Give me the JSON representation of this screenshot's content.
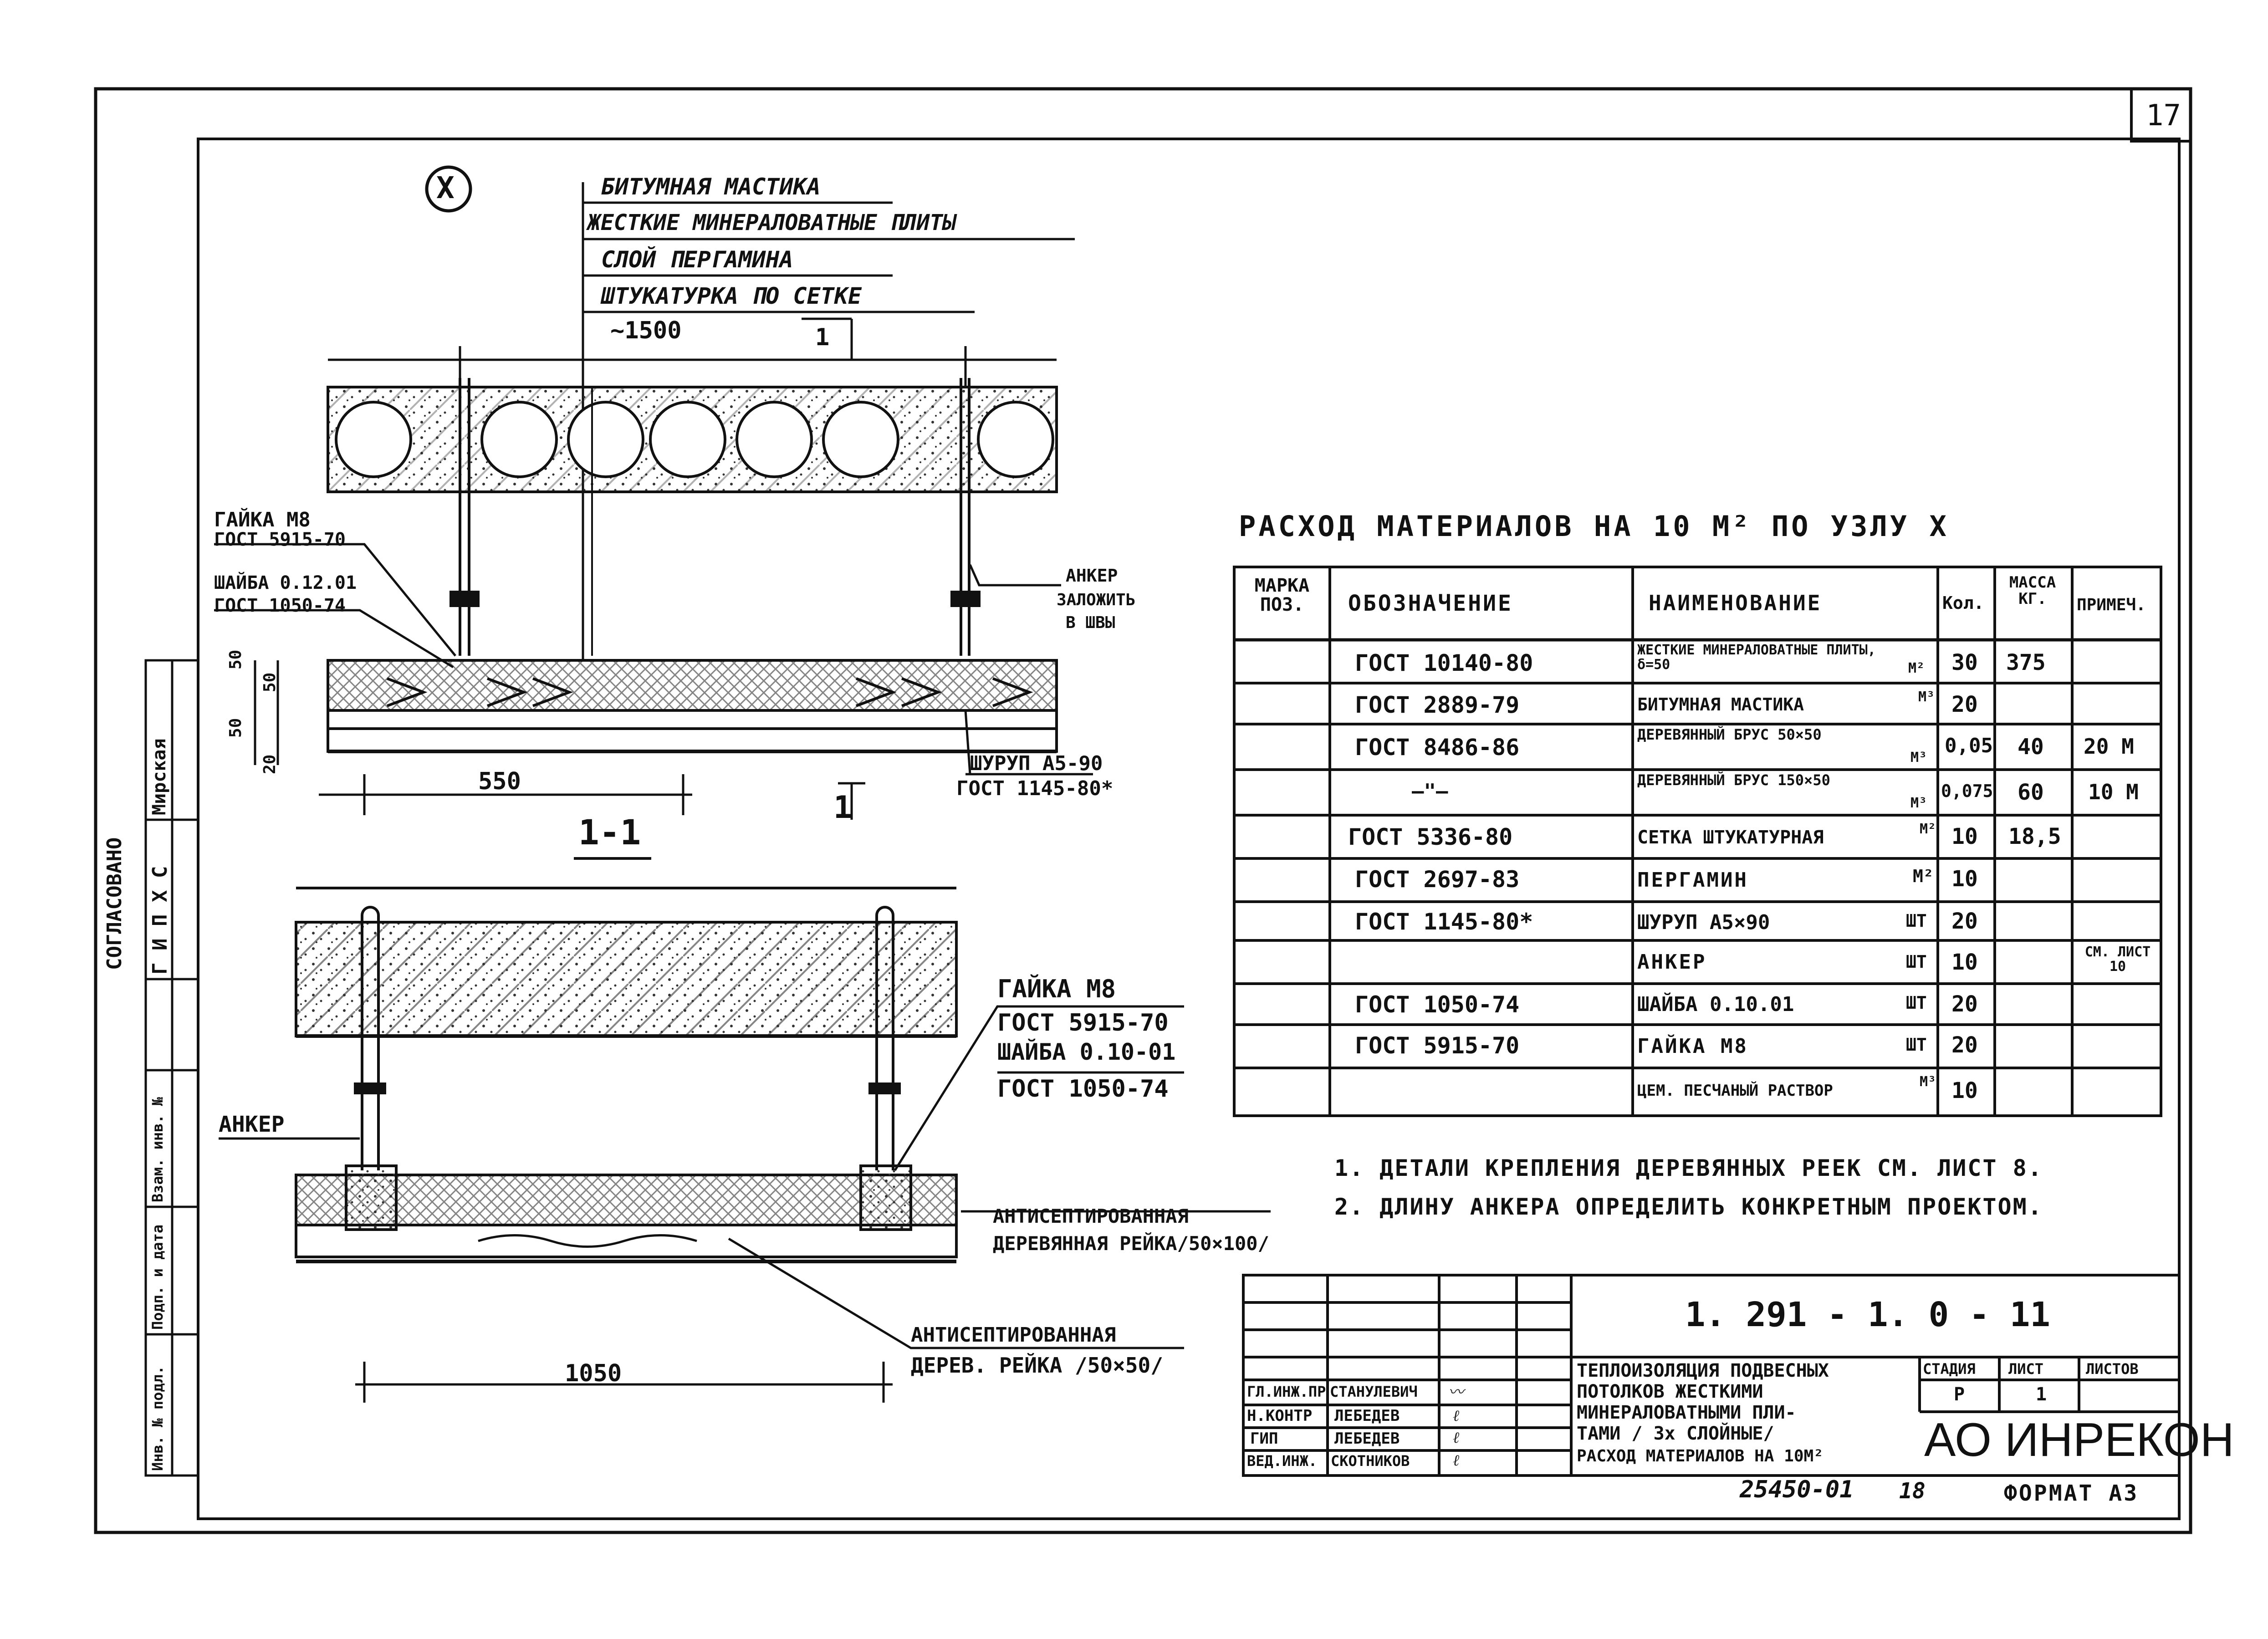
{
  "sheet": {
    "sheet_number": "17",
    "archive_number": "25450-01",
    "archive_suffix": "18",
    "format_label": "ФОРМАТ А3"
  },
  "node_mark": "Х",
  "layers": [
    "БИТУМНАЯ  МАСТИКА",
    "ЖЕСТКИЕ  МИНЕРАЛОВАТНЫЕ  ПЛИТЫ",
    "СЛОЙ  ПЕРГАМИНА",
    "ШТУКАТУРКА    ПО  СЕТКЕ"
  ],
  "top_drawing": {
    "dim_top": "~1500",
    "section_mark": "1",
    "dim_bottom": "550",
    "dim_left_a": "50",
    "dim_left_b": "50",
    "dim_left_c": "20",
    "dim_left_d": "50",
    "nut_label": "ГАЙКА М8",
    "nut_gost": "ГОСТ 5915-70",
    "washer_label": "ШАЙБА 0.12.01",
    "washer_gost": "ГОСТ 1050-74",
    "anchor_label": "АНКЕР",
    "anchor_note1": "ЗАЛОЖИТЬ",
    "anchor_note2": "В ШВЫ",
    "screw_label": "ШУРУП  А5-90",
    "screw_gost": "ГОСТ 1145-80*"
  },
  "section_drawing": {
    "title": "1-1",
    "nut_label": "ГАЙКА  М8",
    "nut_gost": "ГОСТ 5915-70",
    "washer_label": "ШАЙБА  0.10-01",
    "washer_gost": "ГОСТ 1050-74",
    "anchor_label": "АНКЕР",
    "rail1_line1": "АНТИСЕПТИРОВАННАЯ",
    "rail1_line2": "ДЕРЕВЯННАЯ РЕЙКА/50×100/",
    "rail2_line1": "АНТИСЕПТИРОВАННАЯ",
    "rail2_line2": "ДЕРЕВ. РЕЙКА /50×50/",
    "dim_bottom": "1050"
  },
  "side_stamp": {
    "agreed": "СОГЛАСОВАНО",
    "dept": "Г И П  Х С",
    "name": "Мирская",
    "cells": [
      "Инв. № подл.",
      "Подп. и дата",
      "Взам. инв. №"
    ]
  },
  "materials": {
    "title": "РАСХОД   МАТЕРИАЛОВ   НА  10 М²  ПО  УЗЛУ Х",
    "headers": [
      "МАРКА ПОЗ.",
      "ОБОЗНАЧЕНИЕ",
      "НАИМЕНОВАНИЕ",
      "Кол.",
      "МАССА КГ.",
      "ПРИМЕЧ."
    ],
    "rows": [
      {
        "mark": "",
        "code": "ГОСТ 10140-80",
        "name": "ЖЕСТКИЕ МИНЕРАЛОВАТНЫЕ ПЛИТЫ, δ=50",
        "unit": "М²",
        "qty": "30",
        "mass": "375",
        "note": ""
      },
      {
        "mark": "",
        "code": "ГОСТ 2889-79",
        "name": "БИТУМНАЯ  МАСТИКА",
        "unit": "М³",
        "qty": "20",
        "mass": "",
        "note": ""
      },
      {
        "mark": "",
        "code": "ГОСТ 8486-86",
        "name": "ДЕРЕВЯННЫЙ  БРУС 50×50",
        "unit": "М³",
        "qty": "0,05",
        "mass": "40",
        "note": "20 М"
      },
      {
        "mark": "",
        "code": "—\"—",
        "name": "ДЕРЕВЯННЫЙ  БРУС 150×50",
        "unit": "М³",
        "qty": "0,075",
        "mass": "60",
        "note": "10 М"
      },
      {
        "mark": "",
        "code": "ГОСТ 5336-80",
        "name": "СЕТКА ШТУКАТУРНАЯ",
        "unit": "М²",
        "qty": "10",
        "mass": "18,5",
        "note": ""
      },
      {
        "mark": "",
        "code": "ГОСТ 2697-83",
        "name": "ПЕРГАМИН",
        "unit": "М²",
        "qty": "10",
        "mass": "",
        "note": ""
      },
      {
        "mark": "",
        "code": "ГОСТ 1145-80*",
        "name": "ШУРУП  А5×90",
        "unit": "ШТ",
        "qty": "20",
        "mass": "",
        "note": ""
      },
      {
        "mark": "",
        "code": "",
        "name": "АНКЕР",
        "unit": "ШТ",
        "qty": "10",
        "mass": "",
        "note": "СМ. ЛИСТ 10"
      },
      {
        "mark": "",
        "code": "ГОСТ 1050-74",
        "name": "ШАЙБА  0.10.01",
        "unit": "ШТ",
        "qty": "20",
        "mass": "",
        "note": ""
      },
      {
        "mark": "",
        "code": "ГОСТ 5915-70",
        "name": "ГАЙКА  М8",
        "unit": "ШТ",
        "qty": "20",
        "mass": "",
        "note": ""
      },
      {
        "mark": "",
        "code": "",
        "name": "ЦЕМ. ПЕСЧАНЫЙ РАСТВОР",
        "unit": "М³",
        "qty": "10",
        "mass": "",
        "note": ""
      }
    ]
  },
  "notes": [
    "1. ДЕТАЛИ  КРЕПЛЕНИЯ  ДЕРЕВЯННЫХ  РЕЕК  СМ. ЛИСТ  8.",
    "2. ДЛИНУ  АНКЕРА  ОПРЕДЕЛИТЬ  КОНКРЕТНЫМ  ПРОЕКТОМ."
  ],
  "title_block": {
    "code": "1. 291 - 1. 0 - 11",
    "people": [
      {
        "role": "ГЛ.ИНЖ.ПР",
        "name": "СТАНУЛЕВИЧ"
      },
      {
        "role": "Н.КОНТР",
        "name": "ЛЕБЕДЕВ"
      },
      {
        "role": "ГИП",
        "name": "ЛЕБЕДЕВ"
      },
      {
        "role": "ВЕД.ИНЖ.",
        "name": "СКОТНИКОВ"
      }
    ],
    "description": [
      "ТЕПЛОИЗОЛЯЦИЯ  ПОДВЕСНЫХ",
      "ПОТОЛКОВ  ЖЕСТКИМИ",
      "МИНЕРАЛОВАТНЫМИ  ПЛИ-",
      "ТАМИ  / 3х СЛОЙНЫЕ/",
      "РАСХОД  МАТЕРИАЛОВ НА 10М²"
    ],
    "stage_label": "СТАДИЯ",
    "sheet_label": "ЛИСТ",
    "sheets_label": "ЛИСТОВ",
    "stage_value": "Р",
    "sheet_value": "1",
    "company": "АО ИНРЕКОН"
  }
}
